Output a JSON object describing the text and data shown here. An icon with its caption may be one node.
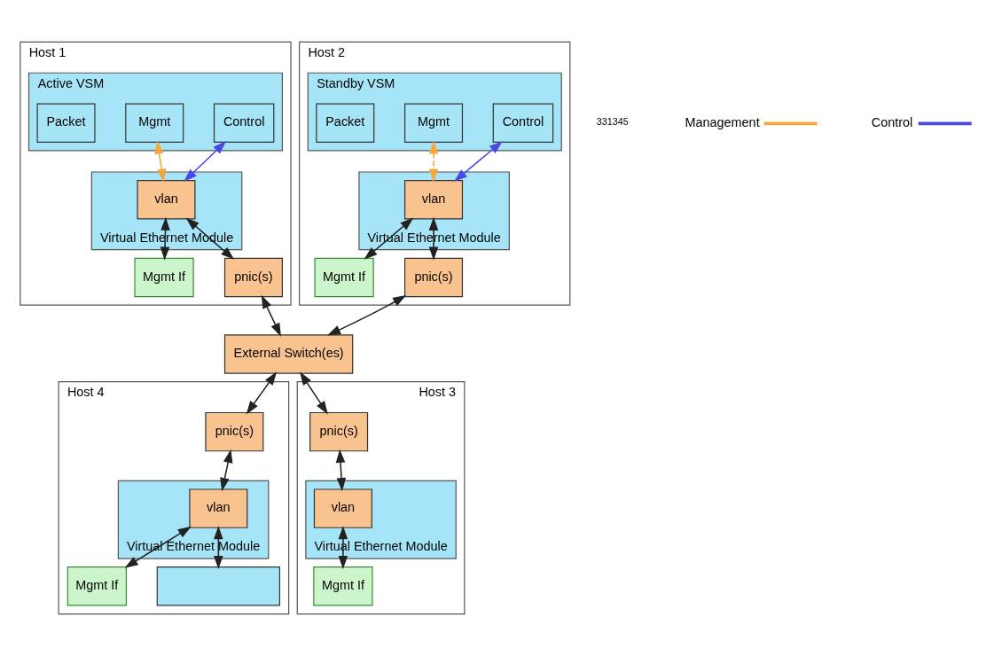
{
  "diagram": {
    "nodes": [
      {
        "text": [
          "Host 1"
        ]
      },
      {
        "text": [
          "Active VSM"
        ],
        "in": 0
      },
      {
        "text": [
          "Control"
        ],
        "in": 1
      },
      {
        "text": [
          "Mgmt"
        ],
        "in": 1
      },
      {
        "text": [
          "Packet"
        ],
        "in": 1
      },
      {
        "text": [
          "Mgmt If"
        ],
        "in": 0
      },
      {
        "text": [
          "Virtual Ethernet Module"
        ],
        "in": 0
      },
      {
        "text": [
          "vlan"
        ],
        "in": 6
      },
      {
        "text": [
          "pnic(s)"
        ],
        "in": 0
      },
      {
        "text": [
          "Host 2"
        ]
      },
      {
        "text": [
          "Standby VSM"
        ],
        "in": 9
      },
      {
        "text": [
          "Control"
        ],
        "in": 10
      },
      {
        "text": [
          "Mgmt"
        ],
        "in": 10
      },
      {
        "text": [
          "Packet"
        ],
        "in": 10
      },
      {
        "text": [
          "Mgmt If"
        ],
        "in": 9
      },
      {
        "text": [
          "Virtual Ethernet Module"
        ],
        "in": 9
      },
      {
        "text": [
          "vlan"
        ],
        "in": 15
      },
      {
        "text": [
          "pnic(s)"
        ],
        "in": 9
      },
      {
        "text": [
          "External Switch(es)"
        ]
      },
      {
        "text": [
          "Host 4"
        ]
      },
      {
        "text": [
          "pnic(s)"
        ],
        "in": 19
      },
      {
        "text": [
          "Mgmt If"
        ],
        "in": 19
      },
      {
        "text": [
          "Virtual Ethernet Module"
        ],
        "in": 19
      },
      {
        "text": [
          "vlan"
        ],
        "in": 22
      },
      {
        "text": [],
        "shape": "box",
        "in": 19
      },
      {
        "text": [
          "Host 3"
        ]
      },
      {
        "text": [
          "pnic(s)"
        ],
        "in": 25
      },
      {
        "text": [
          "Mgmt If"
        ],
        "in": 25
      },
      {
        "text": [
          "Virtual Ethernet Module"
        ],
        "in": 25
      },
      {
        "text": [
          "vlan"
        ],
        "in": 28
      }
    ],
    "edges": [
      {
        "from": 7,
        "to": 5,
        "arrow": "both"
      },
      {
        "from": 2,
        "to": 7,
        "arrow": "both",
        "color": "#4a4ae0"
      },
      {
        "from": 3,
        "to": 7,
        "arrow": "both",
        "color": "#f4a640"
      },
      {
        "from": 7,
        "to": 8,
        "arrow": "both"
      },
      {
        "from": 8,
        "to": 18,
        "arrow": "both"
      },
      {
        "from": 16,
        "to": 14,
        "arrow": "both"
      },
      {
        "from": 11,
        "to": 16,
        "arrow": "both",
        "color": "#4a4ae0"
      },
      {
        "from": 12,
        "to": 16,
        "arrow": "both",
        "style": "dashed",
        "color": "#f4a640"
      },
      {
        "from": 16,
        "to": 17,
        "arrow": "both"
      },
      {
        "from": 17,
        "to": 18,
        "arrow": "both"
      },
      {
        "from": 18,
        "to": 20,
        "arrow": "both"
      },
      {
        "from": 20,
        "to": 23,
        "arrow": "both"
      },
      {
        "from": 23,
        "to": 21,
        "arrow": "both"
      },
      {
        "from": 23,
        "to": 24,
        "arrow": "both"
      },
      {
        "from": 18,
        "to": 26,
        "arrow": "both"
      },
      {
        "from": 26,
        "to": 29,
        "arrow": "both"
      },
      {
        "from": 29,
        "to": 27,
        "arrow": "both"
      }
    ],
    "labels": [
      "331345"
    ],
    "legend": [
      {
        "text": "Management",
        "color": "#f4a640"
      },
      {
        "text": "Control",
        "color": "#4a4ae0"
      }
    ]
  }
}
